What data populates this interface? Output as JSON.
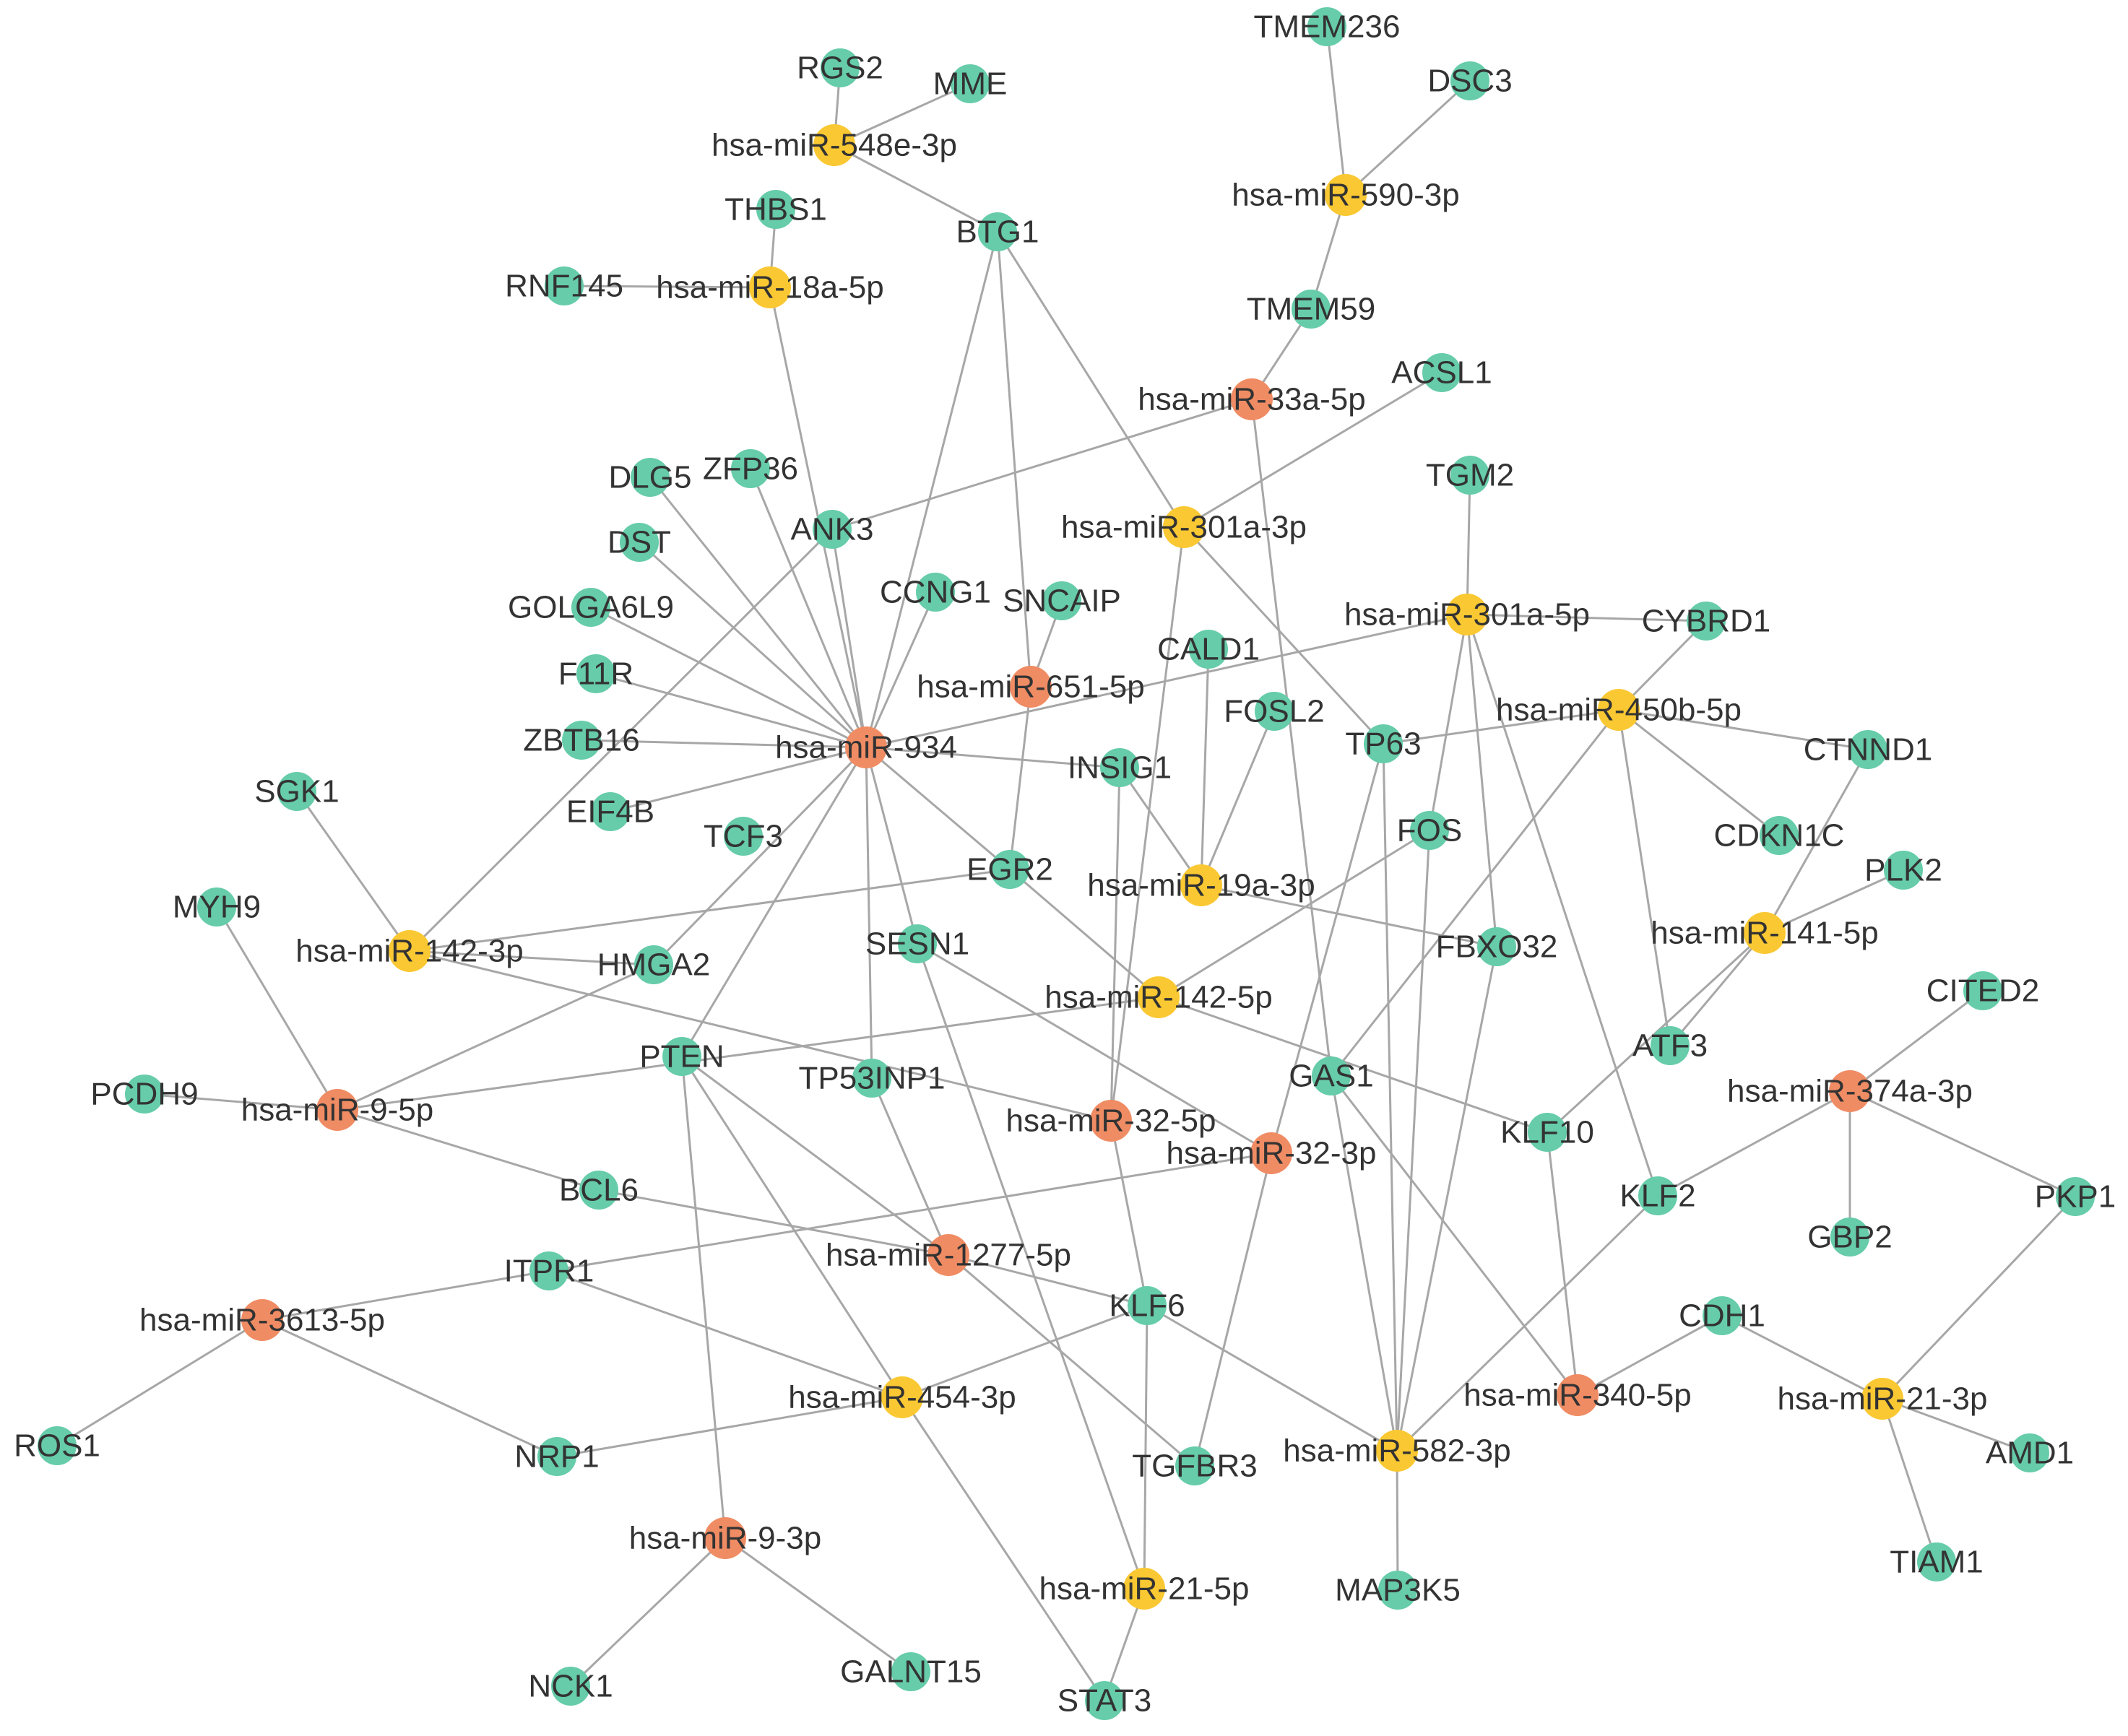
{
  "colors": {
    "gene": "#66ccaa",
    "mirna_orange": "#f08c64",
    "mirna_yellow": "#fac832",
    "edge": "#a7a7a7",
    "label": "#333333"
  },
  "nodes": [
    {
      "id": "TMEM236",
      "label": "TMEM236",
      "type": "gene"
    },
    {
      "id": "DSC3",
      "label": "DSC3",
      "type": "gene"
    },
    {
      "id": "RGS2",
      "label": "RGS2",
      "type": "gene"
    },
    {
      "id": "MME",
      "label": "MME",
      "type": "gene"
    },
    {
      "id": "miR548e3p",
      "label": "hsa-miR-548e-3p",
      "type": "mirna_yellow"
    },
    {
      "id": "miR5903p",
      "label": "hsa-miR-590-3p",
      "type": "mirna_yellow"
    },
    {
      "id": "THBS1",
      "label": "THBS1",
      "type": "gene"
    },
    {
      "id": "BTG1",
      "label": "BTG1",
      "type": "gene"
    },
    {
      "id": "RNF145",
      "label": "RNF145",
      "type": "gene"
    },
    {
      "id": "miR18a5p",
      "label": "hsa-miR-18a-5p",
      "type": "mirna_yellow"
    },
    {
      "id": "TMEM59",
      "label": "TMEM59",
      "type": "gene"
    },
    {
      "id": "ACSL1",
      "label": "ACSL1",
      "type": "gene"
    },
    {
      "id": "miR33a5p",
      "label": "hsa-miR-33a-5p",
      "type": "mirna_orange"
    },
    {
      "id": "TGM2",
      "label": "TGM2",
      "type": "gene"
    },
    {
      "id": "DLG5",
      "label": "DLG5",
      "type": "gene"
    },
    {
      "id": "ZFP36",
      "label": "ZFP36",
      "type": "gene"
    },
    {
      "id": "ANK3",
      "label": "ANK3",
      "type": "gene"
    },
    {
      "id": "miR301a3p",
      "label": "hsa-miR-301a-3p",
      "type": "mirna_yellow"
    },
    {
      "id": "DST",
      "label": "DST",
      "type": "gene"
    },
    {
      "id": "CCNG1",
      "label": "CCNG1",
      "type": "gene"
    },
    {
      "id": "SNCAIP",
      "label": "SNCAIP",
      "type": "gene"
    },
    {
      "id": "GOLGA6L9",
      "label": "GOLGA6L9",
      "type": "gene"
    },
    {
      "id": "miR301a5p",
      "label": "hsa-miR-301a-5p",
      "type": "mirna_yellow"
    },
    {
      "id": "CYBRD1",
      "label": "CYBRD1",
      "type": "gene"
    },
    {
      "id": "CALD1",
      "label": "CALD1",
      "type": "gene"
    },
    {
      "id": "F11R",
      "label": "F11R",
      "type": "gene"
    },
    {
      "id": "miR6515p",
      "label": "hsa-miR-651-5p",
      "type": "mirna_orange"
    },
    {
      "id": "FOSL2",
      "label": "FOSL2",
      "type": "gene"
    },
    {
      "id": "miR450b5p",
      "label": "hsa-miR-450b-5p",
      "type": "mirna_yellow"
    },
    {
      "id": "ZBTB16",
      "label": "ZBTB16",
      "type": "gene"
    },
    {
      "id": "miR934",
      "label": "hsa-miR-934",
      "type": "mirna_orange"
    },
    {
      "id": "TP63",
      "label": "TP63",
      "type": "gene"
    },
    {
      "id": "CTNND1",
      "label": "CTNND1",
      "type": "gene"
    },
    {
      "id": "INSIG1",
      "label": "INSIG1",
      "type": "gene"
    },
    {
      "id": "EIF4B",
      "label": "EIF4B",
      "type": "gene"
    },
    {
      "id": "SGK1",
      "label": "SGK1",
      "type": "gene"
    },
    {
      "id": "FOS",
      "label": "FOS",
      "type": "gene"
    },
    {
      "id": "CDKN1C",
      "label": "CDKN1C",
      "type": "gene"
    },
    {
      "id": "TCF3",
      "label": "TCF3",
      "type": "gene"
    },
    {
      "id": "PLK2",
      "label": "PLK2",
      "type": "gene"
    },
    {
      "id": "EGR2",
      "label": "EGR2",
      "type": "gene"
    },
    {
      "id": "miR19a3p",
      "label": "hsa-miR-19a-3p",
      "type": "mirna_yellow"
    },
    {
      "id": "MYH9",
      "label": "MYH9",
      "type": "gene"
    },
    {
      "id": "miR1415p",
      "label": "hsa-miR-141-5p",
      "type": "mirna_yellow"
    },
    {
      "id": "SESN1",
      "label": "SESN1",
      "type": "gene"
    },
    {
      "id": "FBXO32",
      "label": "FBXO32",
      "type": "gene"
    },
    {
      "id": "miR1423p",
      "label": "hsa-miR-142-3p",
      "type": "mirna_yellow"
    },
    {
      "id": "HMGA2",
      "label": "HMGA2",
      "type": "gene"
    },
    {
      "id": "CITED2",
      "label": "CITED2",
      "type": "gene"
    },
    {
      "id": "miR1425p",
      "label": "hsa-miR-142-5p",
      "type": "mirna_yellow"
    },
    {
      "id": "PTEN",
      "label": "PTEN",
      "type": "gene"
    },
    {
      "id": "ATF3",
      "label": "ATF3",
      "type": "gene"
    },
    {
      "id": "GAS1",
      "label": "GAS1",
      "type": "gene"
    },
    {
      "id": "miR374a3p",
      "label": "hsa-miR-374a-3p",
      "type": "mirna_orange"
    },
    {
      "id": "PCDH9",
      "label": "PCDH9",
      "type": "gene"
    },
    {
      "id": "TP53INP1",
      "label": "TP53INP1",
      "type": "gene"
    },
    {
      "id": "miR95p",
      "label": "hsa-miR-9-5p",
      "type": "mirna_orange"
    },
    {
      "id": "miR325p",
      "label": "hsa-miR-32-5p",
      "type": "mirna_orange"
    },
    {
      "id": "KLF10",
      "label": "KLF10",
      "type": "gene"
    },
    {
      "id": "miR323p",
      "label": "hsa-miR-32-3p",
      "type": "mirna_orange"
    },
    {
      "id": "BCL6",
      "label": "BCL6",
      "type": "gene"
    },
    {
      "id": "KLF2",
      "label": "KLF2",
      "type": "gene"
    },
    {
      "id": "PKP1",
      "label": "PKP1",
      "type": "gene"
    },
    {
      "id": "GBP2",
      "label": "GBP2",
      "type": "gene"
    },
    {
      "id": "miR12775p",
      "label": "hsa-miR-1277-5p",
      "type": "mirna_orange"
    },
    {
      "id": "ITPR1",
      "label": "ITPR1",
      "type": "gene"
    },
    {
      "id": "KLF6",
      "label": "KLF6",
      "type": "gene"
    },
    {
      "id": "CDH1",
      "label": "CDH1",
      "type": "gene"
    },
    {
      "id": "miR36135p",
      "label": "hsa-miR-3613-5p",
      "type": "mirna_orange"
    },
    {
      "id": "miR4543p",
      "label": "hsa-miR-454-3p",
      "type": "mirna_yellow"
    },
    {
      "id": "miR3405p",
      "label": "hsa-miR-340-5p",
      "type": "mirna_orange"
    },
    {
      "id": "miR213p",
      "label": "hsa-miR-21-3p",
      "type": "mirna_yellow"
    },
    {
      "id": "ROS1",
      "label": "ROS1",
      "type": "gene"
    },
    {
      "id": "NRP1",
      "label": "NRP1",
      "type": "gene"
    },
    {
      "id": "TGFBR3",
      "label": "TGFBR3",
      "type": "gene"
    },
    {
      "id": "miR5823p",
      "label": "hsa-miR-582-3p",
      "type": "mirna_yellow"
    },
    {
      "id": "AMD1",
      "label": "AMD1",
      "type": "gene"
    },
    {
      "id": "miR93p",
      "label": "hsa-miR-9-3p",
      "type": "mirna_orange"
    },
    {
      "id": "TIAM1",
      "label": "TIAM1",
      "type": "gene"
    },
    {
      "id": "miR215p",
      "label": "hsa-miR-21-5p",
      "type": "mirna_yellow"
    },
    {
      "id": "MAP3K5",
      "label": "MAP3K5",
      "type": "gene"
    },
    {
      "id": "NCK1",
      "label": "NCK1",
      "type": "gene"
    },
    {
      "id": "GALNT15",
      "label": "GALNT15",
      "type": "gene"
    },
    {
      "id": "STAT3",
      "label": "STAT3",
      "type": "gene"
    }
  ],
  "edges": [
    [
      "RGS2",
      "miR548e3p"
    ],
    [
      "MME",
      "miR548e3p"
    ],
    [
      "miR548e3p",
      "BTG1"
    ],
    [
      "TMEM236",
      "miR5903p"
    ],
    [
      "DSC3",
      "miR5903p"
    ],
    [
      "miR5903p",
      "TMEM59"
    ],
    [
      "THBS1",
      "miR18a5p"
    ],
    [
      "RNF145",
      "miR18a5p"
    ],
    [
      "miR18a5p",
      "miR934"
    ],
    [
      "BTG1",
      "miR934"
    ],
    [
      "BTG1",
      "miR6515p"
    ],
    [
      "BTG1",
      "miR301a3p"
    ],
    [
      "TMEM59",
      "miR33a5p"
    ],
    [
      "miR33a5p",
      "ANK3"
    ],
    [
      "miR33a5p",
      "GAS1"
    ],
    [
      "ACSL1",
      "miR301a3p"
    ],
    [
      "miR301a3p",
      "TP63"
    ],
    [
      "miR301a3p",
      "miR325p"
    ],
    [
      "TGM2",
      "miR301a5p"
    ],
    [
      "miR301a5p",
      "CYBRD1"
    ],
    [
      "miR301a5p",
      "miR934"
    ],
    [
      "miR301a5p",
      "FOS"
    ],
    [
      "miR301a5p",
      "FBXO32"
    ],
    [
      "miR301a5p",
      "KLF2"
    ],
    [
      "DLG5",
      "miR934"
    ],
    [
      "ZFP36",
      "miR934"
    ],
    [
      "ANK3",
      "miR934"
    ],
    [
      "DST",
      "miR934"
    ],
    [
      "GOLGA6L9",
      "miR934"
    ],
    [
      "F11R",
      "miR934"
    ],
    [
      "ZBTB16",
      "miR934"
    ],
    [
      "EIF4B",
      "miR934"
    ],
    [
      "CCNG1",
      "miR934"
    ],
    [
      "miR934",
      "INSIG1"
    ],
    [
      "miR934",
      "EGR2"
    ],
    [
      "miR934",
      "SESN1"
    ],
    [
      "miR934",
      "TP53INP1"
    ],
    [
      "miR934",
      "PTEN"
    ],
    [
      "miR934",
      "HMGA2"
    ],
    [
      "ANK3",
      "miR1423p"
    ],
    [
      "SGK1",
      "miR1423p"
    ],
    [
      "EGR2",
      "miR1423p"
    ],
    [
      "miR1423p",
      "HMGA2"
    ],
    [
      "miR1423p",
      "miR325p"
    ],
    [
      "SNCAIP",
      "miR6515p"
    ],
    [
      "miR6515p",
      "EGR2"
    ],
    [
      "CALD1",
      "miR19a3p"
    ],
    [
      "FOSL2",
      "miR19a3p"
    ],
    [
      "INSIG1",
      "miR19a3p"
    ],
    [
      "miR19a3p",
      "FBXO32"
    ],
    [
      "INSIG1",
      "miR325p"
    ],
    [
      "CYBRD1",
      "miR450b5p"
    ],
    [
      "TP63",
      "miR450b5p"
    ],
    [
      "miR450b5p",
      "CTNND1"
    ],
    [
      "miR450b5p",
      "CDKN1C"
    ],
    [
      "miR450b5p",
      "ATF3"
    ],
    [
      "miR450b5p",
      "GAS1"
    ],
    [
      "TP63",
      "miR5823p"
    ],
    [
      "TP63",
      "miR323p"
    ],
    [
      "FOS",
      "miR1425p"
    ],
    [
      "FOS",
      "miR5823p"
    ],
    [
      "EGR2",
      "miR1425p"
    ],
    [
      "miR1425p",
      "miR95p"
    ],
    [
      "miR1425p",
      "KLF10"
    ],
    [
      "PLK2",
      "miR1415p"
    ],
    [
      "CTNND1",
      "miR1415p"
    ],
    [
      "miR1415p",
      "ATF3"
    ],
    [
      "miR1415p",
      "KLF10"
    ],
    [
      "MYH9",
      "miR95p"
    ],
    [
      "HMGA2",
      "miR95p"
    ],
    [
      "PCDH9",
      "miR95p"
    ],
    [
      "miR95p",
      "BCL6"
    ],
    [
      "SESN1",
      "miR323p"
    ],
    [
      "SESN1",
      "miR215p"
    ],
    [
      "PTEN",
      "miR12775p"
    ],
    [
      "PTEN",
      "miR4543p"
    ],
    [
      "PTEN",
      "miR93p"
    ],
    [
      "TP53INP1",
      "miR12775p"
    ],
    [
      "BCL6",
      "miR12775p"
    ],
    [
      "miR12775p",
      "KLF6"
    ],
    [
      "miR12775p",
      "TGFBR3"
    ],
    [
      "GAS1",
      "miR5823p"
    ],
    [
      "GAS1",
      "miR3405p"
    ],
    [
      "FBXO32",
      "miR5823p"
    ],
    [
      "KLF10",
      "miR3405p"
    ],
    [
      "KLF2",
      "miR5823p"
    ],
    [
      "miR325p",
      "KLF6"
    ],
    [
      "miR323p",
      "ITPR1"
    ],
    [
      "miR323p",
      "TGFBR3"
    ],
    [
      "CITED2",
      "miR374a3p"
    ],
    [
      "miR374a3p",
      "GBP2"
    ],
    [
      "miR374a3p",
      "PKP1"
    ],
    [
      "miR374a3p",
      "KLF2"
    ],
    [
      "ITPR1",
      "miR36135p"
    ],
    [
      "ITPR1",
      "miR4543p"
    ],
    [
      "miR36135p",
      "ROS1"
    ],
    [
      "miR36135p",
      "NRP1"
    ],
    [
      "KLF6",
      "miR4543p"
    ],
    [
      "KLF6",
      "miR5823p"
    ],
    [
      "KLF6",
      "miR215p"
    ],
    [
      "NRP1",
      "miR4543p"
    ],
    [
      "miR4543p",
      "STAT3"
    ],
    [
      "CDH1",
      "miR3405p"
    ],
    [
      "CDH1",
      "miR213p"
    ],
    [
      "PKP1",
      "miR213p"
    ],
    [
      "miR213p",
      "AMD1"
    ],
    [
      "miR213p",
      "TIAM1"
    ],
    [
      "miR5823p",
      "MAP3K5"
    ],
    [
      "miR93p",
      "NCK1"
    ],
    [
      "miR93p",
      "GALNT15"
    ],
    [
      "miR215p",
      "STAT3"
    ]
  ]
}
